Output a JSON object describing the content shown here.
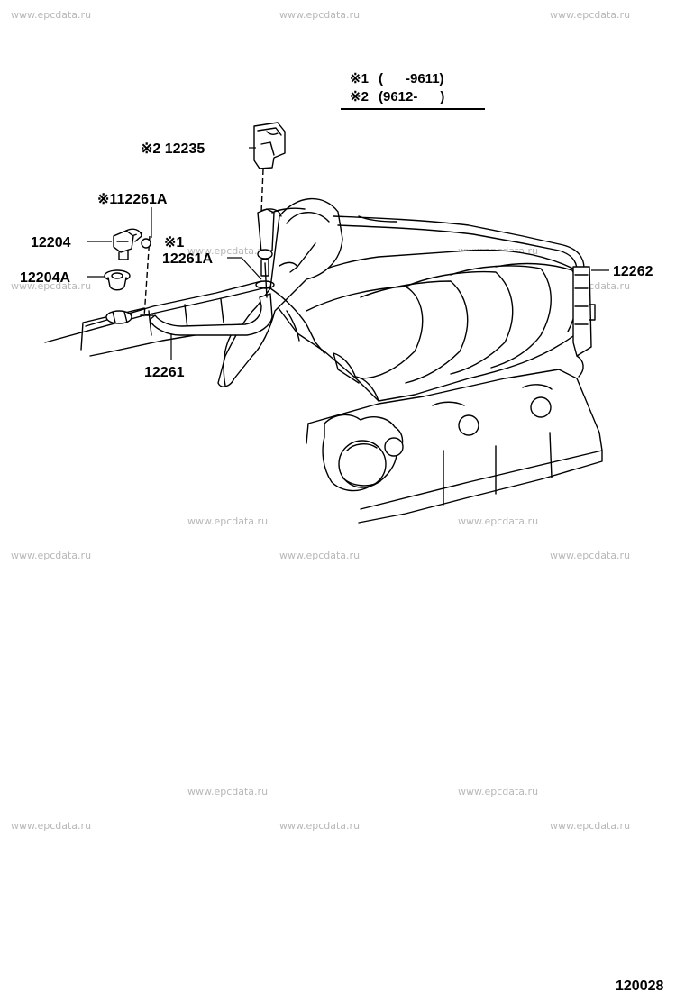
{
  "watermark": "www.epcdata.ru",
  "legend": {
    "row1_mark": "※1",
    "row1_range": "(      -9611)",
    "row2_mark": "※2",
    "row2_range": "(9612-      )"
  },
  "callouts": {
    "p12235": "※2 12235",
    "p12261a_top": "※112261A",
    "p12204": "12204",
    "p12204a": "12204A",
    "p12261a_mark": "※1",
    "p12261a_mid": "12261A",
    "p12262": "12262",
    "p12261": "12261"
  },
  "figure_number": "120028"
}
